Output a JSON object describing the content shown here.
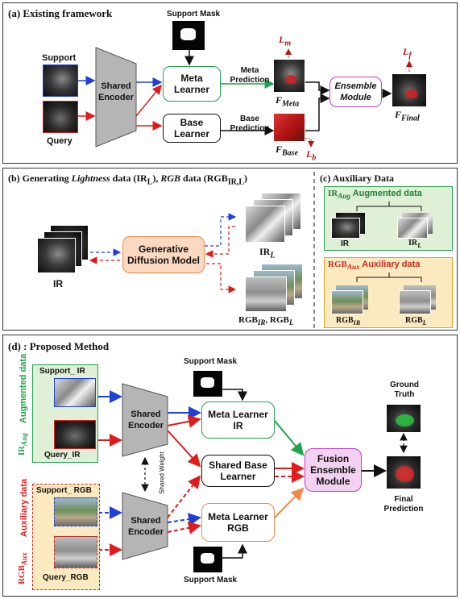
{
  "panel_a": {
    "title": "(a) Existing framework",
    "support_mask": "Support Mask",
    "support": "Support",
    "query": "Query",
    "shared_encoder": "Shared Encoder",
    "meta_learner": "Meta Learner",
    "base_learner": "Base Learner",
    "meta_prediction": "Meta Prediction",
    "base_prediction": "Base Prediction",
    "ensemble_module": "Ensemble Module",
    "loss_m": "L",
    "loss_m_sub": "m",
    "loss_b": "L",
    "loss_b_sub": "b",
    "loss_f": "L",
    "loss_f_sub": "f",
    "f_meta": "F",
    "f_meta_sub": "Meta",
    "f_base": "F",
    "f_base_sub": "Base",
    "f_final": "F",
    "f_final_sub": "Final"
  },
  "panel_b": {
    "title_prefix": "(b) Generating ",
    "title_lightness": "Lightness",
    "title_mid1": " data (IR",
    "title_sub1": "L",
    "title_mid2": "), ",
    "title_rgb": "RGB",
    "title_mid3": " data (RGB",
    "title_sub2": "IR,L",
    "title_end": ")",
    "ir": "IR",
    "generative_model": "Generative Diffusion Model",
    "ir_l": "IR",
    "ir_l_sub": "L",
    "rgb_out": "RGB",
    "rgb_out_sub": "IR",
    "rgb_out_sep": ", RGB",
    "rgb_out_sub2": "L"
  },
  "panel_c": {
    "title": "(c) Auxiliary Data",
    "aug_label": "IR",
    "aug_sub": "Aug",
    "aug_text": " Augmented data",
    "aug_ir": "IR",
    "aug_irl": "IR",
    "aug_irl_sub": "L",
    "aux_label": "RGB",
    "aux_sub": "Aux",
    "aux_text": " Auxiliary data",
    "aux_rgbir": "RGB",
    "aux_rgbir_sub": "IR",
    "aux_rgbl": "RGB",
    "aux_rgbl_sub": "L"
  },
  "panel_d": {
    "title": "(d) : Proposed Method",
    "augmented_data": "Augmented data",
    "ir_aug": "IR",
    "ir_aug_sub": "Aug",
    "support_ir": "Support_ IR",
    "query_ir": "Query_IR",
    "auxiliary_data": "Auxiliary data",
    "rgb_aux": "RGB",
    "rgb_aux_sub": "Aux",
    "support_rgb": "Support_ RGB",
    "query_rgb": "Query_RGB",
    "shared_encoder_top": "Shared Encoder",
    "shared_encoder_bottom": "Shared Encoder",
    "shared_weight": "Shared Weight",
    "support_mask_top": "Support Mask",
    "support_mask_bottom": "Support Mask",
    "meta_learner_ir": "Meta Learner IR",
    "shared_base_learner": "Shared Base Learner",
    "meta_learner_rgb": "Meta Learner RGB",
    "fusion_module": "Fusion Ensemble Module",
    "ground_truth": "Ground Truth",
    "final_prediction": "Final Prediction"
  },
  "colors": {
    "blue": "#1f3fd6",
    "red": "#e01b1b",
    "green": "#1ea34a",
    "orange": "#f08a4b",
    "magenta": "#c23cc0",
    "loss_red": "#b01818",
    "green_bg": "#dff0d6",
    "yellow_bg": "#fbeac0"
  }
}
